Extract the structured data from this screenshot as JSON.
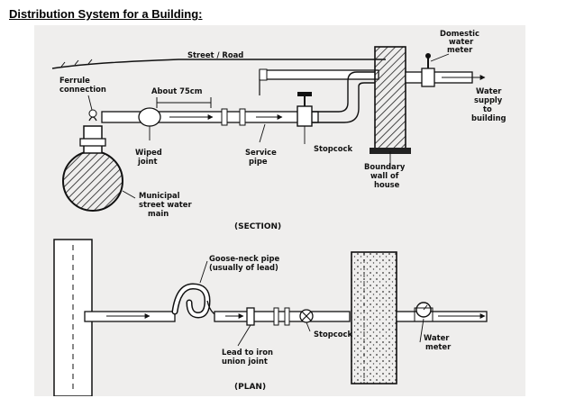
{
  "slide": {
    "title": "Distribution System for a Building:"
  },
  "section": {
    "caption": "(SECTION)",
    "labels": {
      "street_road": "Street / Road",
      "ferrule_1": "Ferrule",
      "ferrule_2": "connection",
      "about": "About 75cm",
      "wiped_1": "Wiped",
      "wiped_2": "joint",
      "service_1": "Service",
      "service_2": "pipe",
      "stopcock": "Stopcock",
      "boundary_1": "Boundary",
      "boundary_2": "wall of",
      "boundary_3": "house",
      "meter_1": "Domestic",
      "meter_2": "water",
      "meter_3": "meter",
      "supply_1": "Water",
      "supply_2": "supply",
      "supply_3": "to",
      "supply_4": "building",
      "main_1": "Municipal",
      "main_2": "street water",
      "main_3": "main"
    }
  },
  "plan": {
    "caption": "(PLAN)",
    "labels": {
      "goose_1": "Goose-neck pipe",
      "goose_2": "(usually of lead)",
      "stopcock": "Stopcock",
      "union_1": "Lead to iron",
      "union_2": "union joint",
      "meter_1": "Water",
      "meter_2": "meter"
    }
  }
}
